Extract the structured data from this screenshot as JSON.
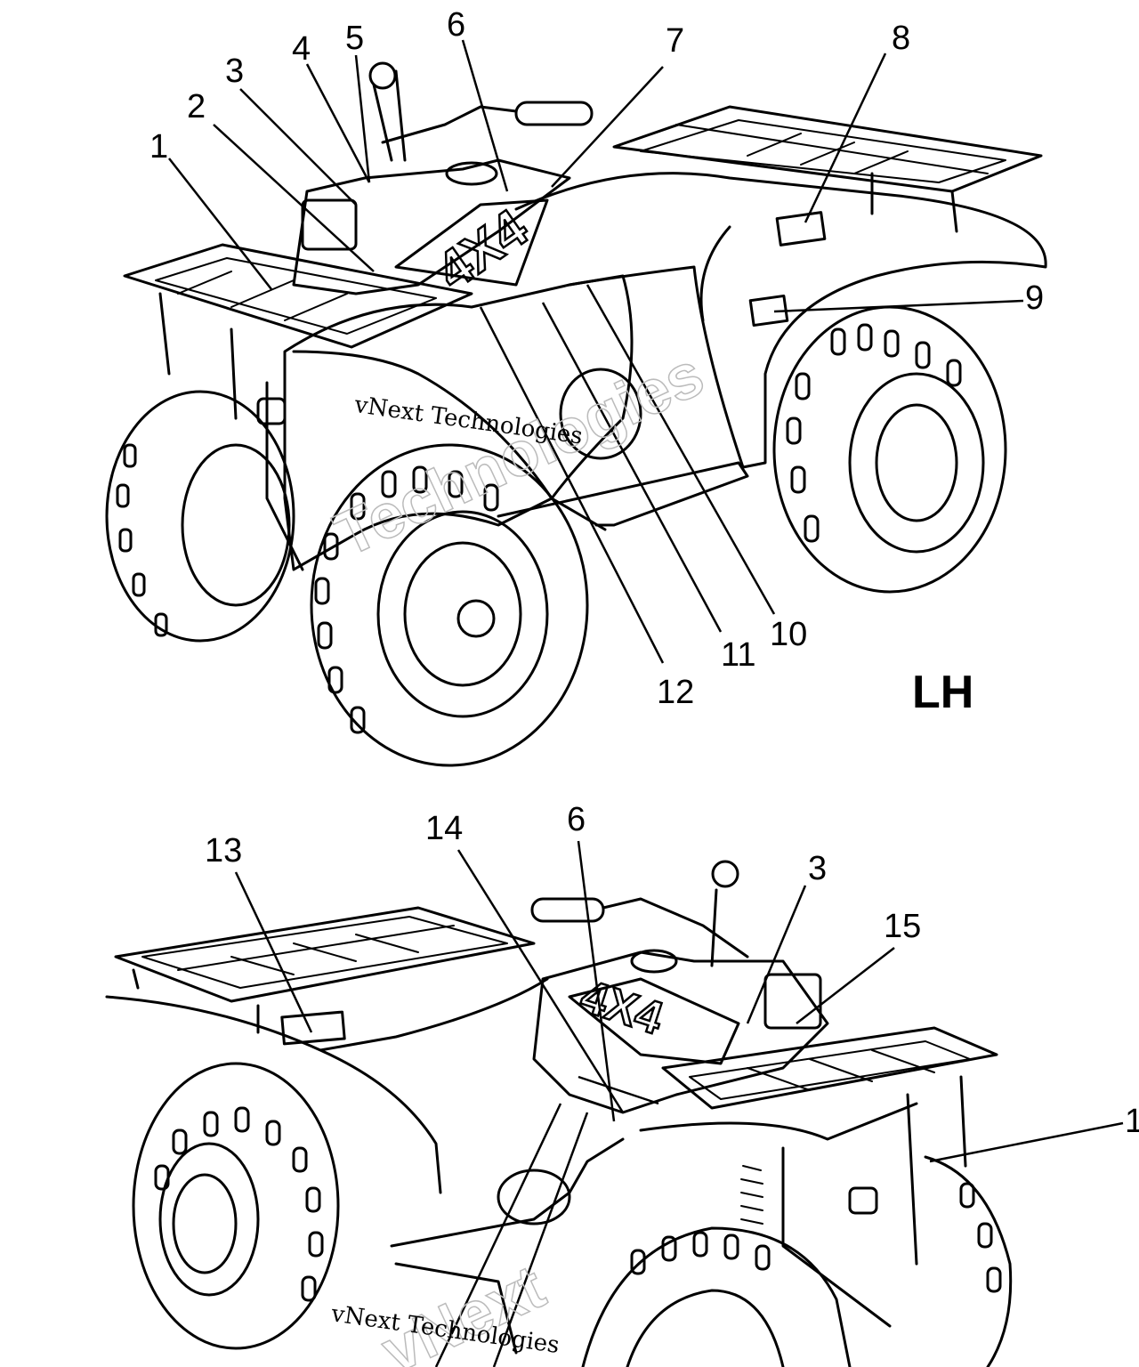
{
  "top_view": {
    "side_label": "LH",
    "decal_text": "4X4",
    "callouts": [
      "1",
      "2",
      "3",
      "4",
      "5",
      "6",
      "7",
      "8",
      "9",
      "10",
      "11",
      "12"
    ]
  },
  "bottom_view": {
    "decal_text": "4X4",
    "callouts": [
      "13",
      "14",
      "6",
      "3",
      "15",
      "1"
    ]
  },
  "watermark": {
    "line1": "vNext Technologies",
    "ghost": "vNext",
    "ghost2": "Technologies"
  }
}
